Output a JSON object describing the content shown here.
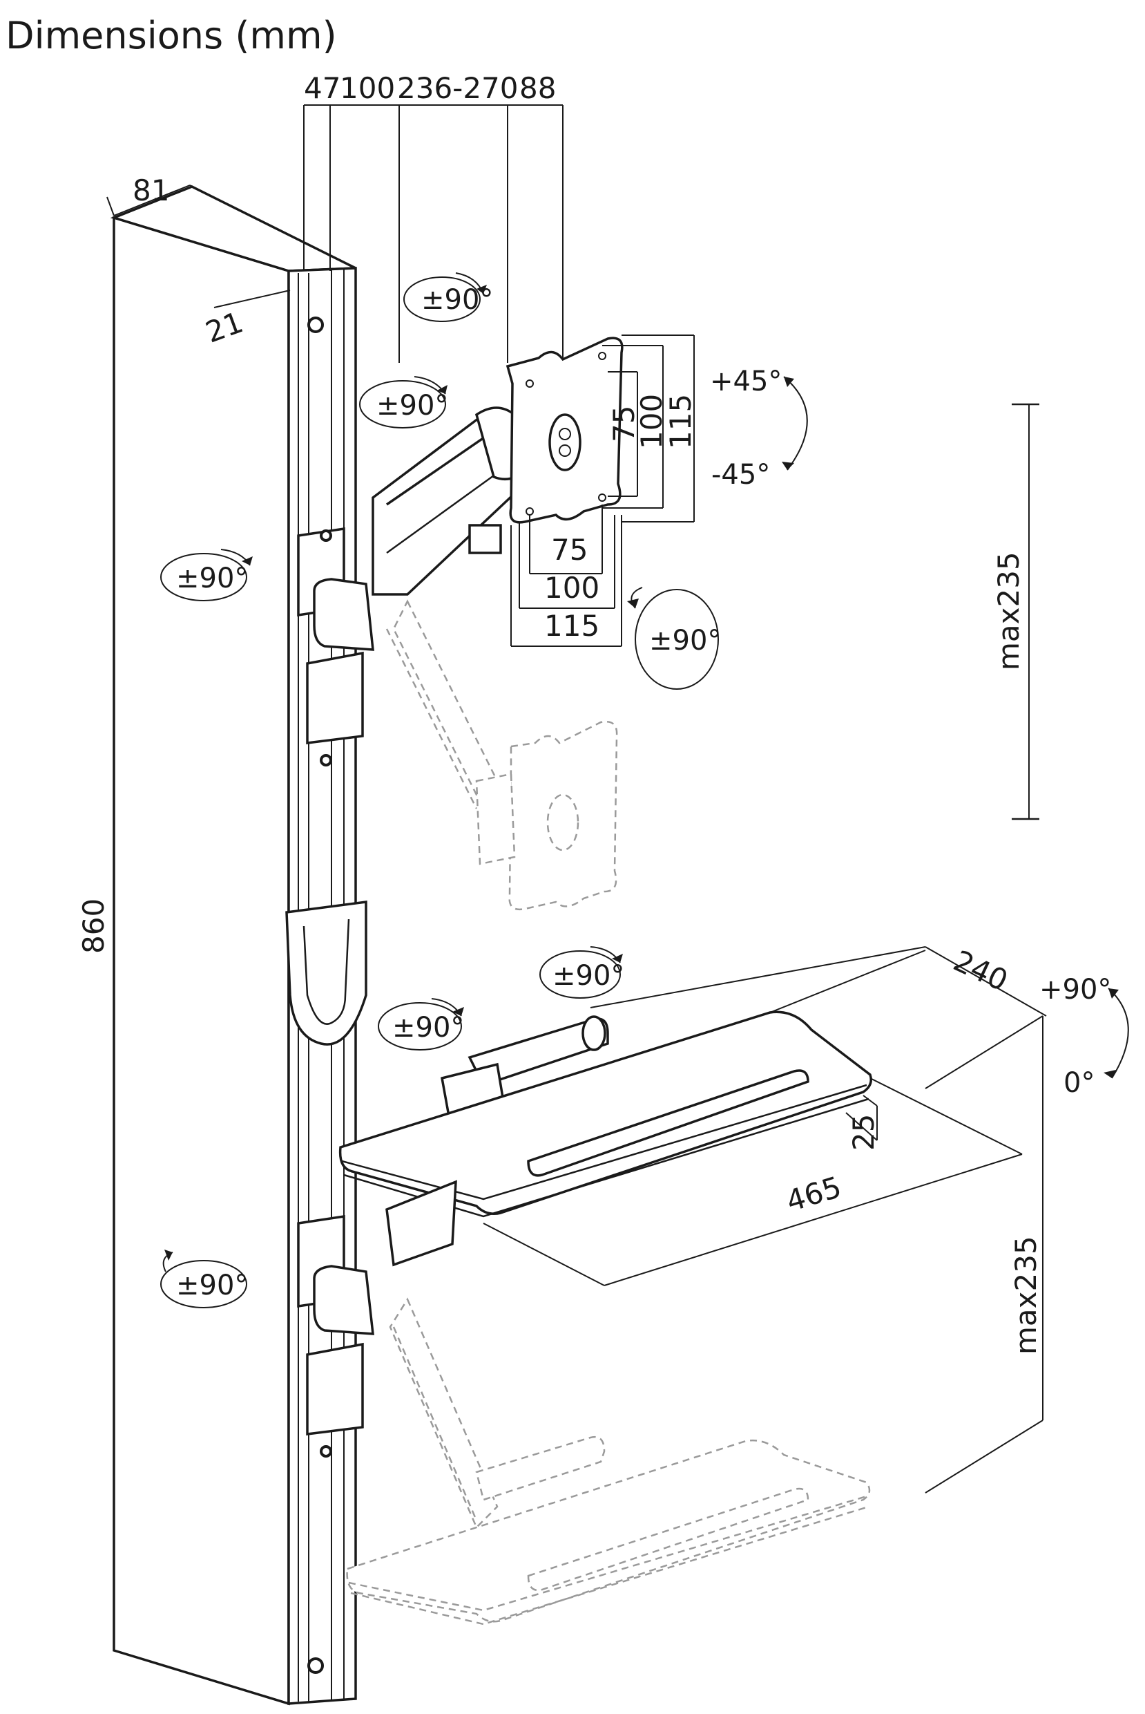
{
  "title": "Dimensions (mm)",
  "top_dims": {
    "d47": "47",
    "d100": "100",
    "d236_270": "236-270",
    "d88": "88"
  },
  "column": {
    "depth": "81",
    "width": "21",
    "height": "860"
  },
  "vesa": {
    "v75": "75",
    "v100": "100",
    "v115": "115",
    "h75": "75",
    "h100": "100",
    "h115": "115"
  },
  "monitor_tilt": {
    "up": "+45°",
    "down": "-45°"
  },
  "monitor_height": "max235",
  "keyboard": {
    "depth": "240",
    "width": "465",
    "thickness": "25",
    "tilt_up": "+90°",
    "tilt_zero": "0°",
    "height": "max235"
  },
  "rotation_labels": {
    "monitor_top": "±90°",
    "arm_upper": "±90°",
    "column_upper": "±90°",
    "monitor_rotate": "±90°",
    "lower_middle": "±90°",
    "hook": "±90°",
    "column_lower": "±90°"
  }
}
